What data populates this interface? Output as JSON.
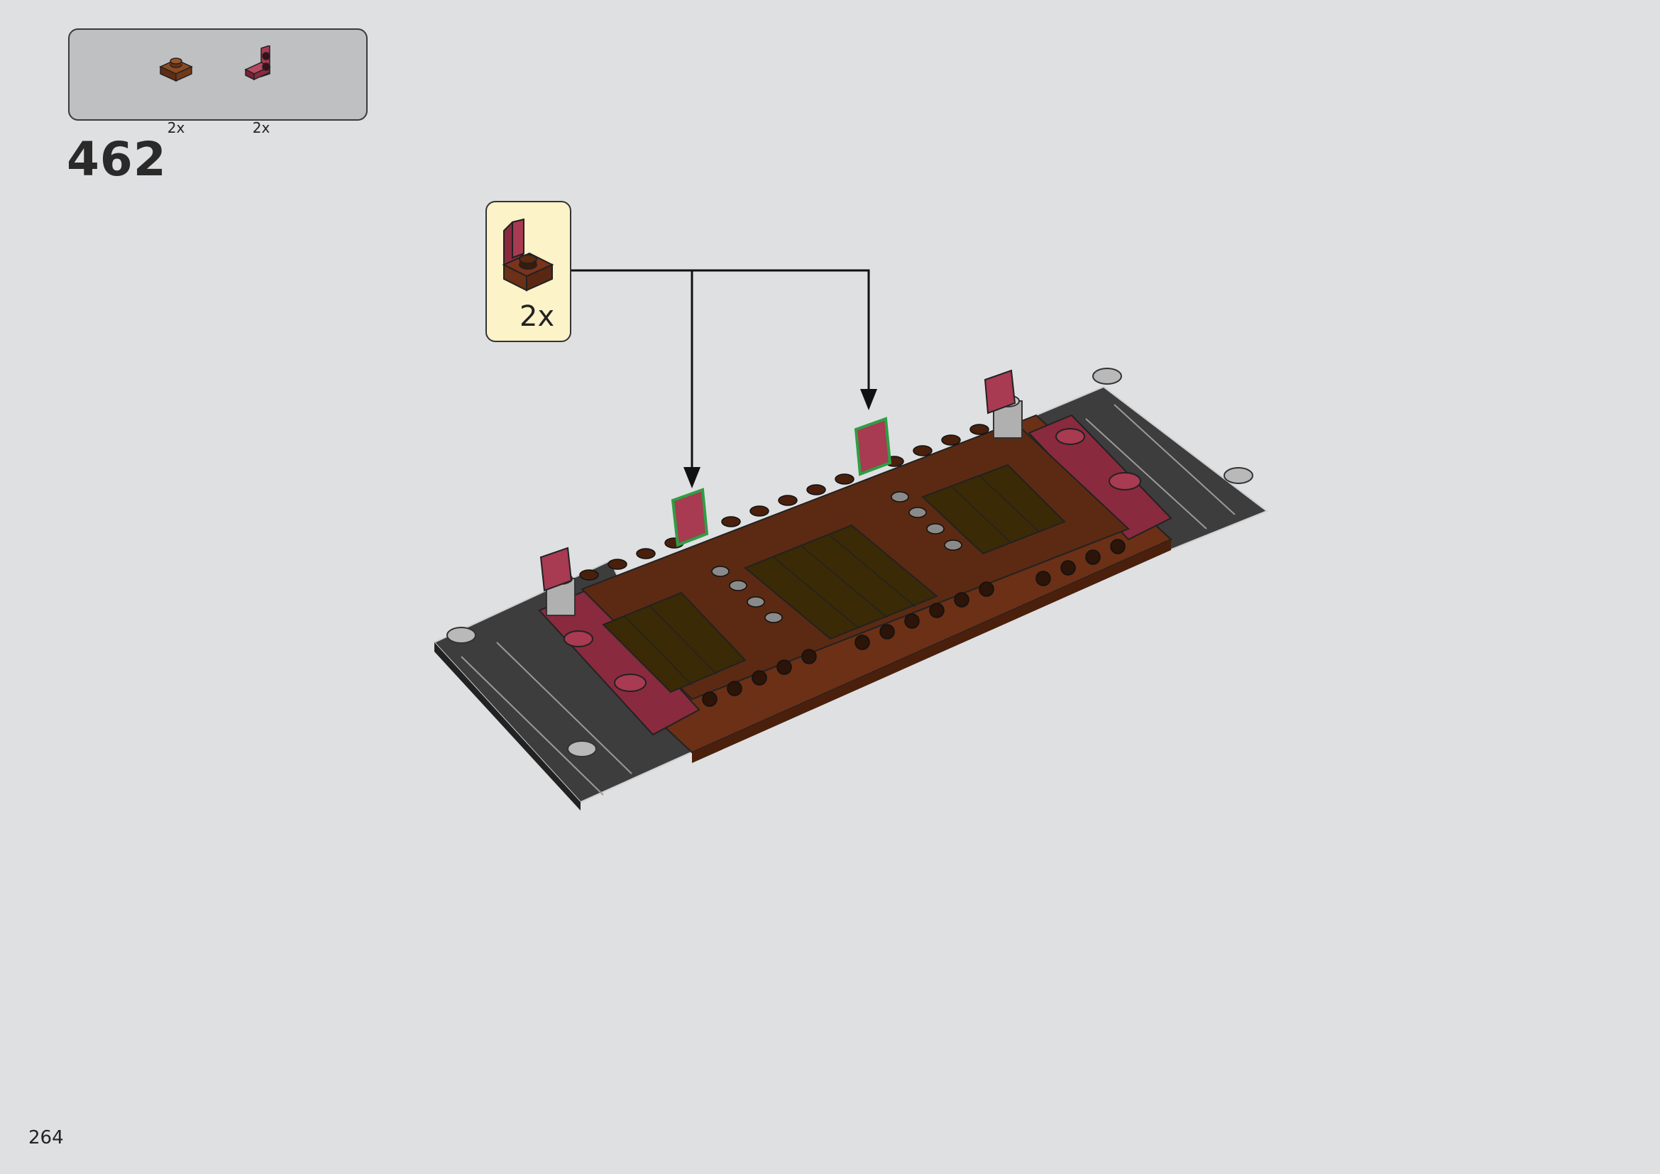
{
  "parts_list": {
    "items": [
      {
        "icon": "brown-plate-1x1-icon",
        "quantity": "2x"
      },
      {
        "icon": "red-bracket-icon",
        "quantity": "2x"
      }
    ]
  },
  "step": {
    "number": "462"
  },
  "callout": {
    "icon": "red-bracket-on-brown-plate-icon",
    "quantity": "2x"
  },
  "page": {
    "number": "264"
  },
  "colors": {
    "background": "#dfe0e2",
    "parts_box": "#bfc0c2",
    "callout_bg": "#fdf3c8",
    "reddish_brown": "#6b3016",
    "dark_red": "#8a2a3e",
    "dark_grey": "#3a3a3a",
    "highlight": "#2f9e44"
  }
}
